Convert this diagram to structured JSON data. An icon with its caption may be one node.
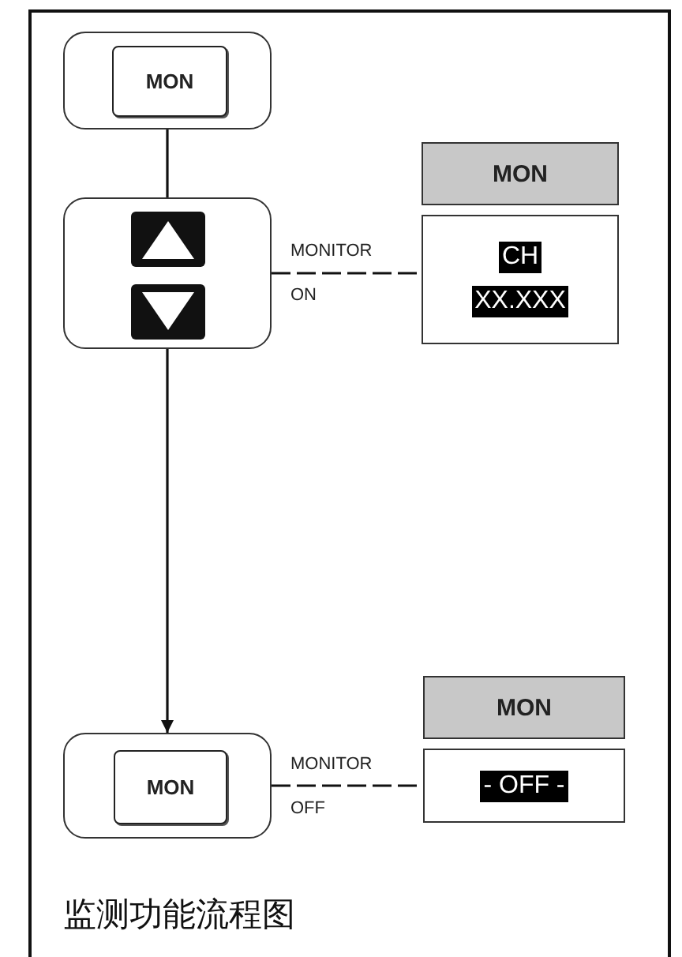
{
  "diagram": {
    "caption": "监测功能流程图",
    "nodes": [
      {
        "text": [],
        "shape": "box"
      },
      {
        "text": [
          "MON"
        ],
        "in": 0
      },
      {
        "text": [],
        "shape": "box"
      },
      {
        "text": [
          "MON"
        ]
      },
      {
        "text": [
          "CH",
          "XX.XXX"
        ]
      },
      {
        "text": [],
        "shape": "box"
      },
      {
        "text": [
          "MON"
        ],
        "in": 5
      },
      {
        "text": [
          "MON"
        ]
      },
      {
        "text": [
          "- OFF -"
        ]
      }
    ],
    "edges": [
      {
        "from": 0,
        "to": 2,
        "arrow": "none"
      },
      {
        "from": 2,
        "to": 4,
        "arrow": "none",
        "style": "dashed",
        "label": "MONITOR ON"
      },
      {
        "from": 2,
        "to": 5,
        "arrow": "to"
      },
      {
        "from": 5,
        "to": 8,
        "arrow": "none",
        "style": "dashed",
        "label": "MONITOR OFF"
      }
    ]
  }
}
